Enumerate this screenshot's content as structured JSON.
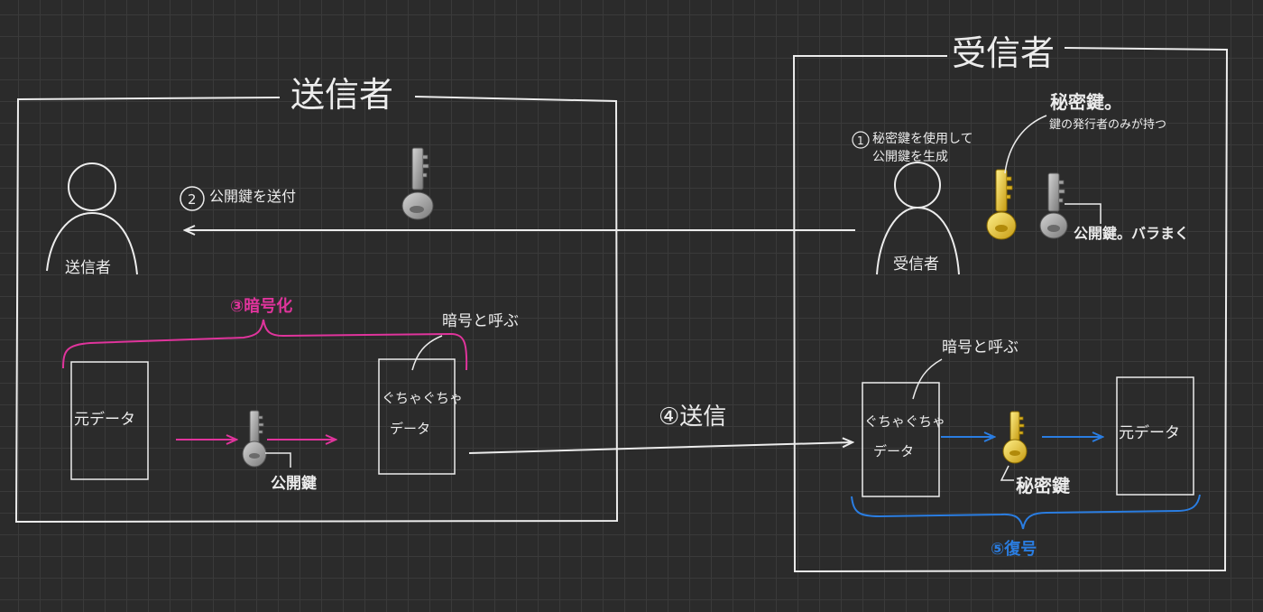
{
  "sender": {
    "title": "送信者",
    "person_label": "送信者",
    "step2_number": "2",
    "step2_label": "公開鍵を送付",
    "step3_label": "③暗号化",
    "plain_data": "元データ",
    "public_key_label": "公開鍵",
    "cipher_line1": "ぐちゃぐちゃ",
    "cipher_line2": "データ",
    "cipher_note": "暗号と呼ぶ"
  },
  "transfer": {
    "step4_label": "④送信"
  },
  "receiver": {
    "title": "受信者",
    "person_label": "受信者",
    "step1_number": "1",
    "step1_line1": "秘密鍵を使用して",
    "step1_line2": "公開鍵を生成",
    "private_key_title": "秘密鍵。",
    "private_key_note": "鍵の発行者のみが持つ",
    "public_key_note": "公開鍵。バラまく",
    "cipher_line1": "ぐちゃぐちゃ",
    "cipher_line2": "データ",
    "cipher_note": "暗号と呼ぶ",
    "private_key_label": "秘密鍵",
    "plain_data": "元データ",
    "step5_label": "⑤復号"
  },
  "colors": {
    "background": "#2b2b2b",
    "grid": "#3a3a3a",
    "ink": "#ececec",
    "encrypt_accent": "#e0349c",
    "decrypt_accent": "#2a7de1",
    "gold_key": "#e8c22a",
    "silver_key": "#a8a8a8"
  }
}
